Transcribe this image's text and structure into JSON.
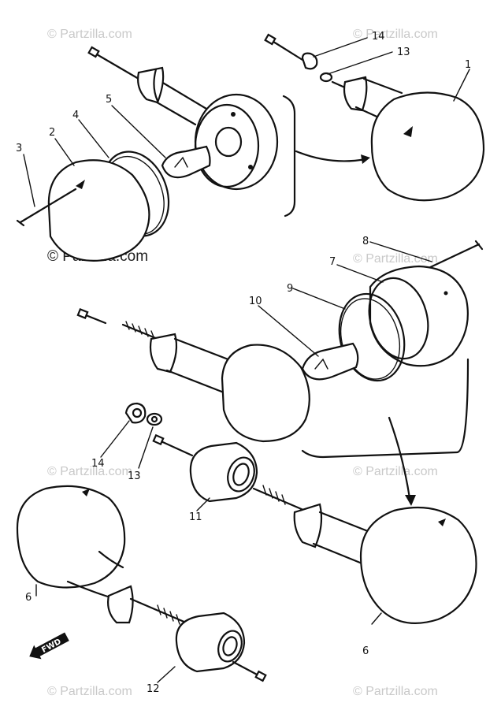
{
  "watermarks": {
    "faded": "© Partzilla.com",
    "prominent": "© Partzilla.com"
  },
  "callouts": {
    "c1": "1",
    "c2": "2",
    "c3": "3",
    "c4": "4",
    "c5": "5",
    "c6a": "6",
    "c6b": "6",
    "c7": "7",
    "c8": "8",
    "c9": "9",
    "c10": "10",
    "c11": "11",
    "c12": "12",
    "c13a": "13",
    "c13b": "13",
    "c14a": "14",
    "c14b": "14"
  },
  "direction_marker": "FWD"
}
